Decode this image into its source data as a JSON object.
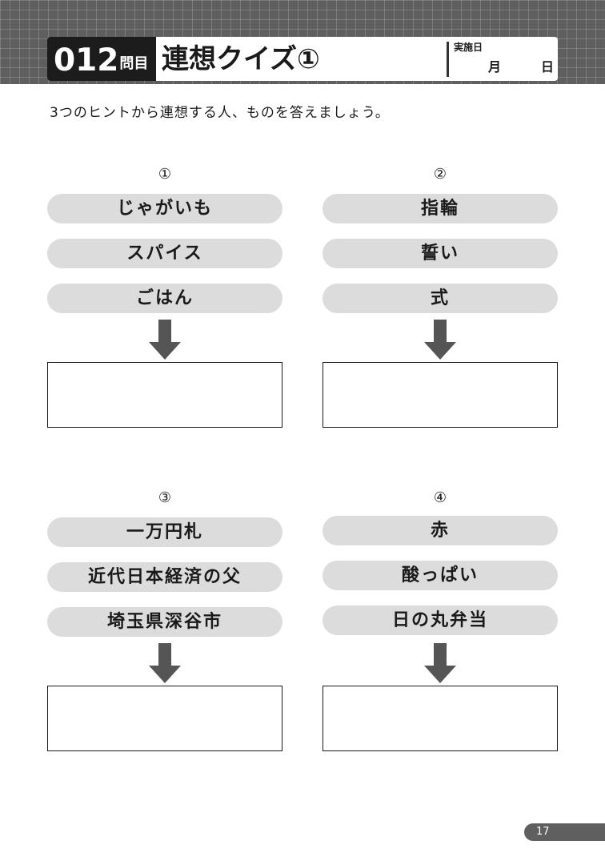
{
  "header": {
    "number": "012",
    "number_unit": "問目",
    "title": "連想クイズ①",
    "date_label": "実施日",
    "month_label": "月",
    "day_label": "日"
  },
  "instruction": "3つのヒントから連想する人、ものを答えましょう。",
  "quizzes": [
    {
      "label": "①",
      "hints": [
        "じゃがいも",
        "スパイス",
        "ごはん"
      ]
    },
    {
      "label": "②",
      "hints": [
        "指輪",
        "誓い",
        "式"
      ]
    },
    {
      "label": "③",
      "hints": [
        "一万円札",
        "近代日本経済の父",
        "埼玉県深谷市"
      ]
    },
    {
      "label": "④",
      "hints": [
        "赤",
        "酸っぱい",
        "日の丸弁当"
      ]
    }
  ],
  "page_number": "17"
}
